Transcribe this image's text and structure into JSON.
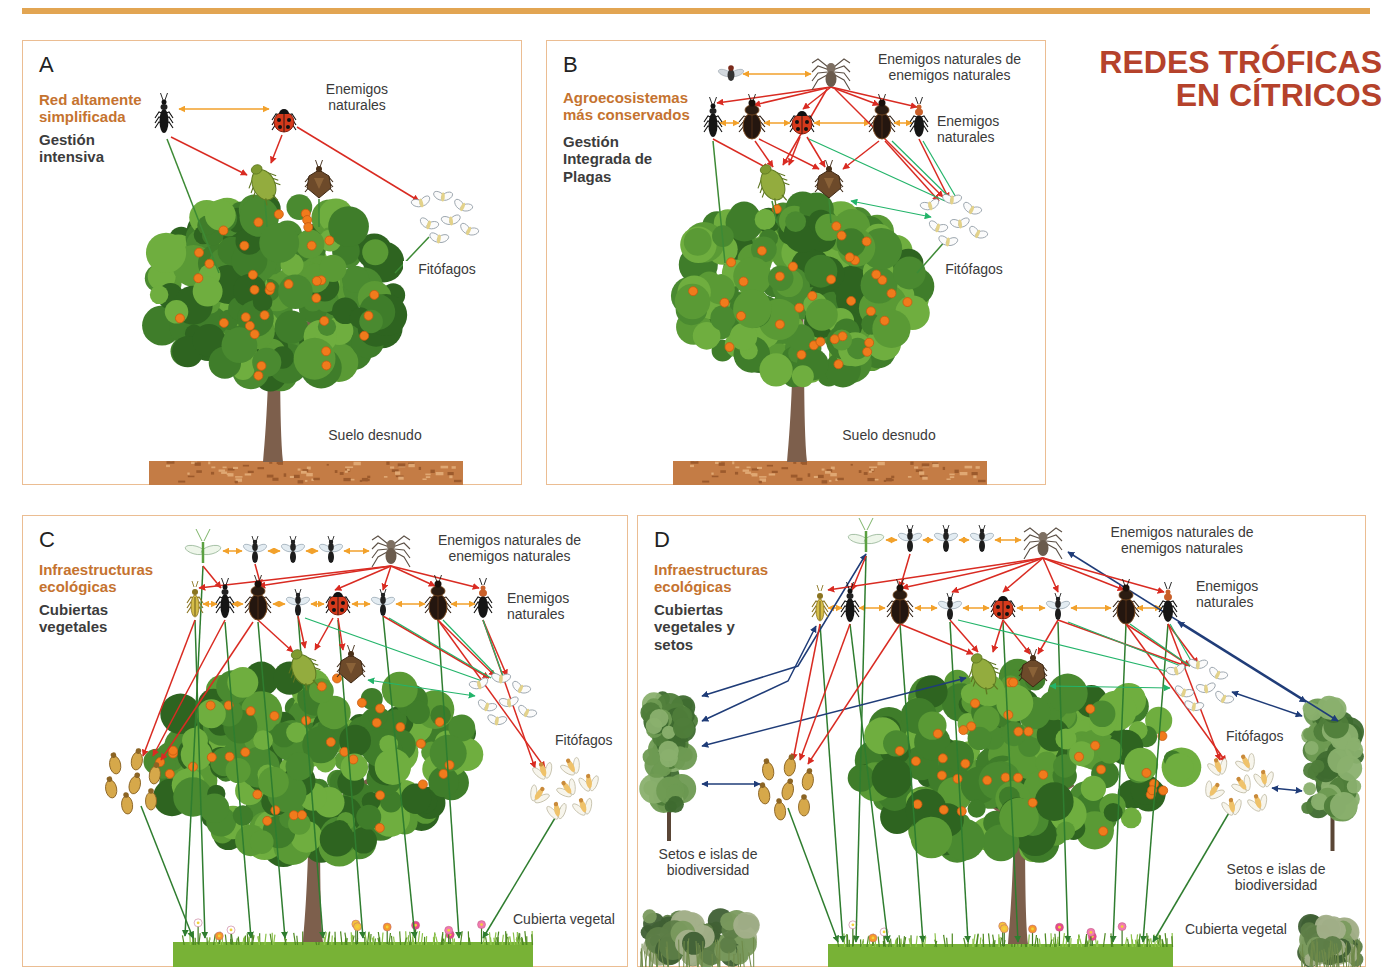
{
  "diagram": {
    "title": "REDES TRÓFICAS EN CÍTRICOS",
    "nodes": [
      {
        "text": [
          "A",
          "Red altamente simplificada",
          "Gestión intensiva",
          "Enemigos naturales",
          "Fitófagos",
          "Suelo desnudo"
        ]
      },
      {
        "text": [
          "B",
          "Agroecosistemas más conservados",
          "Gestión Integrada de Plagas",
          "Enemigos naturales de enemigos naturales",
          "Enemigos naturales",
          "Fitófagos",
          "Suelo desnudo"
        ]
      },
      {
        "text": [
          "C",
          "Infraestructuras ecológicas",
          "Cubiertas vegetales",
          "Enemigos naturales de enemigos naturales",
          "Enemigos naturales",
          "Fitófagos",
          "Cubierta vegetal"
        ]
      },
      {
        "text": [
          "D",
          "Infraestructuras ecológicas",
          "Cubiertas vegetales y setos",
          "Enemigos naturales de enemigos naturales",
          "Enemigos naturales",
          "Fitófagos",
          "Setos e islas de biodiversidad",
          "Setos e islas de biodiversidad",
          "Cubierta vegetal"
        ]
      }
    ]
  }
}
